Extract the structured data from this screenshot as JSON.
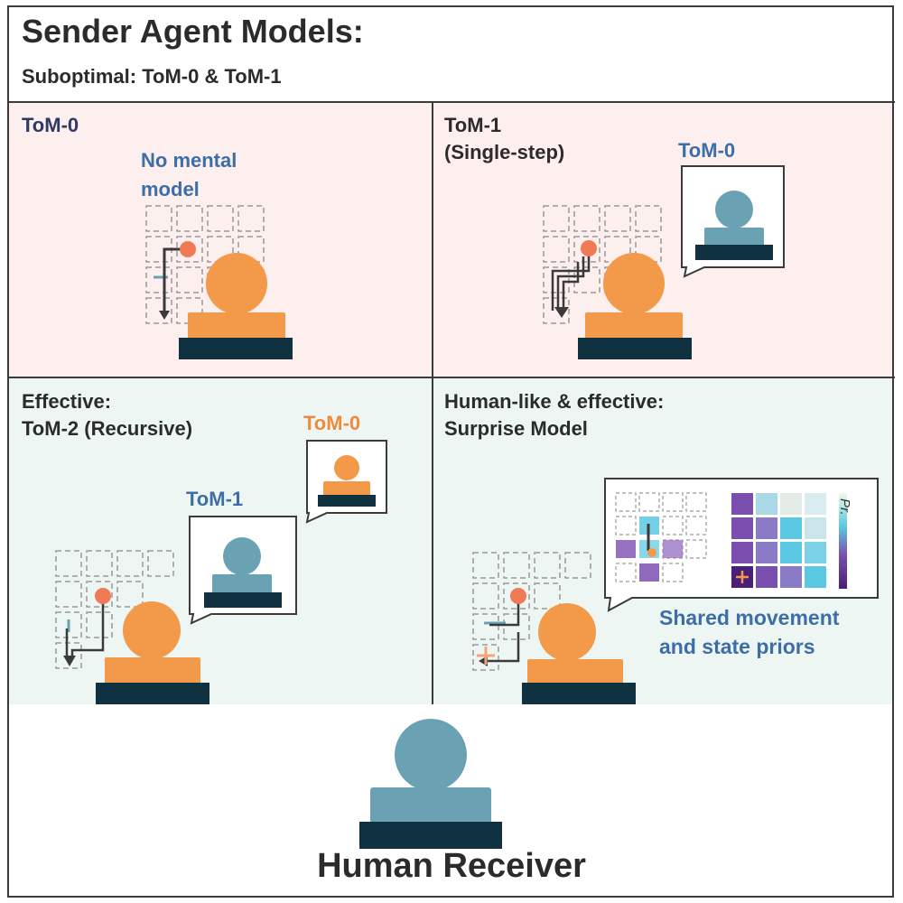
{
  "title": "Sender Agent Models:",
  "subtitle": "Suboptimal: ToM-0 & ToM-1",
  "panels": [
    {
      "id": "tom0",
      "label": "ToM-0",
      "note": [
        "No mental",
        "model"
      ]
    },
    {
      "id": "tom1",
      "label": [
        "ToM-1",
        "(Single-step)"
      ],
      "bubble": "ToM-0"
    },
    {
      "id": "tom2",
      "label": [
        "Effective:",
        "ToM-2  (Recursive)"
      ],
      "bubble_outer": "ToM-0",
      "bubble_inner": "ToM-1"
    },
    {
      "id": "surprise",
      "label": [
        "Human-like & effective:",
        "Surprise Model"
      ],
      "note": [
        "Shared movement",
        "and state priors"
      ],
      "colorbar_label": "Pr."
    }
  ],
  "receiver_label": "Human Receiver",
  "colors": {
    "suboptimal_bg": "#fcefee",
    "effective_bg": "#eef6f4",
    "sender": "#f39a4a",
    "receiver": "#6aa2b4",
    "desk": "#0f3140",
    "border": "#3b3b3b",
    "grid_dash": "#9a9a9a",
    "path": "#3a3a3a",
    "goal_dot": "#ef7a55",
    "label_blue": "#3d6ea7",
    "label_orange": "#ef8a3c",
    "prior_purple": "#7a4fb0",
    "prior_cyan": "#5ac8e0"
  }
}
